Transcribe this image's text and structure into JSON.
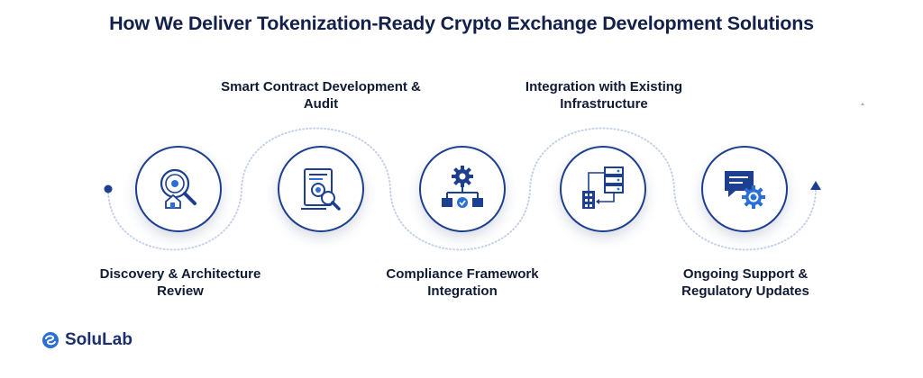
{
  "title": "How We Deliver Tokenization-Ready Crypto Exchange Development Solutions",
  "steps": [
    {
      "label_line1": "Discovery & Architecture",
      "label_line2": "Review",
      "icon": "search-house-icon"
    },
    {
      "label_line1": "Smart Contract Development &",
      "label_line2": "Audit",
      "icon": "contract-audit-icon"
    },
    {
      "label_line1": "Compliance Framework",
      "label_line2": "Integration",
      "icon": "compliance-gear-icon"
    },
    {
      "label_line1": "Integration with Existing",
      "label_line2": "Infrastructure",
      "icon": "server-integration-icon"
    },
    {
      "label_line1": "Ongoing Support &",
      "label_line2": "Regulatory Updates",
      "icon": "support-chat-gear-icon"
    }
  ],
  "brand": {
    "name": "SoluLab"
  },
  "colors": {
    "primary": "#1d3f8f",
    "accent": "#2b6fd6",
    "path": "#c5d1e8",
    "text": "#101a33"
  }
}
